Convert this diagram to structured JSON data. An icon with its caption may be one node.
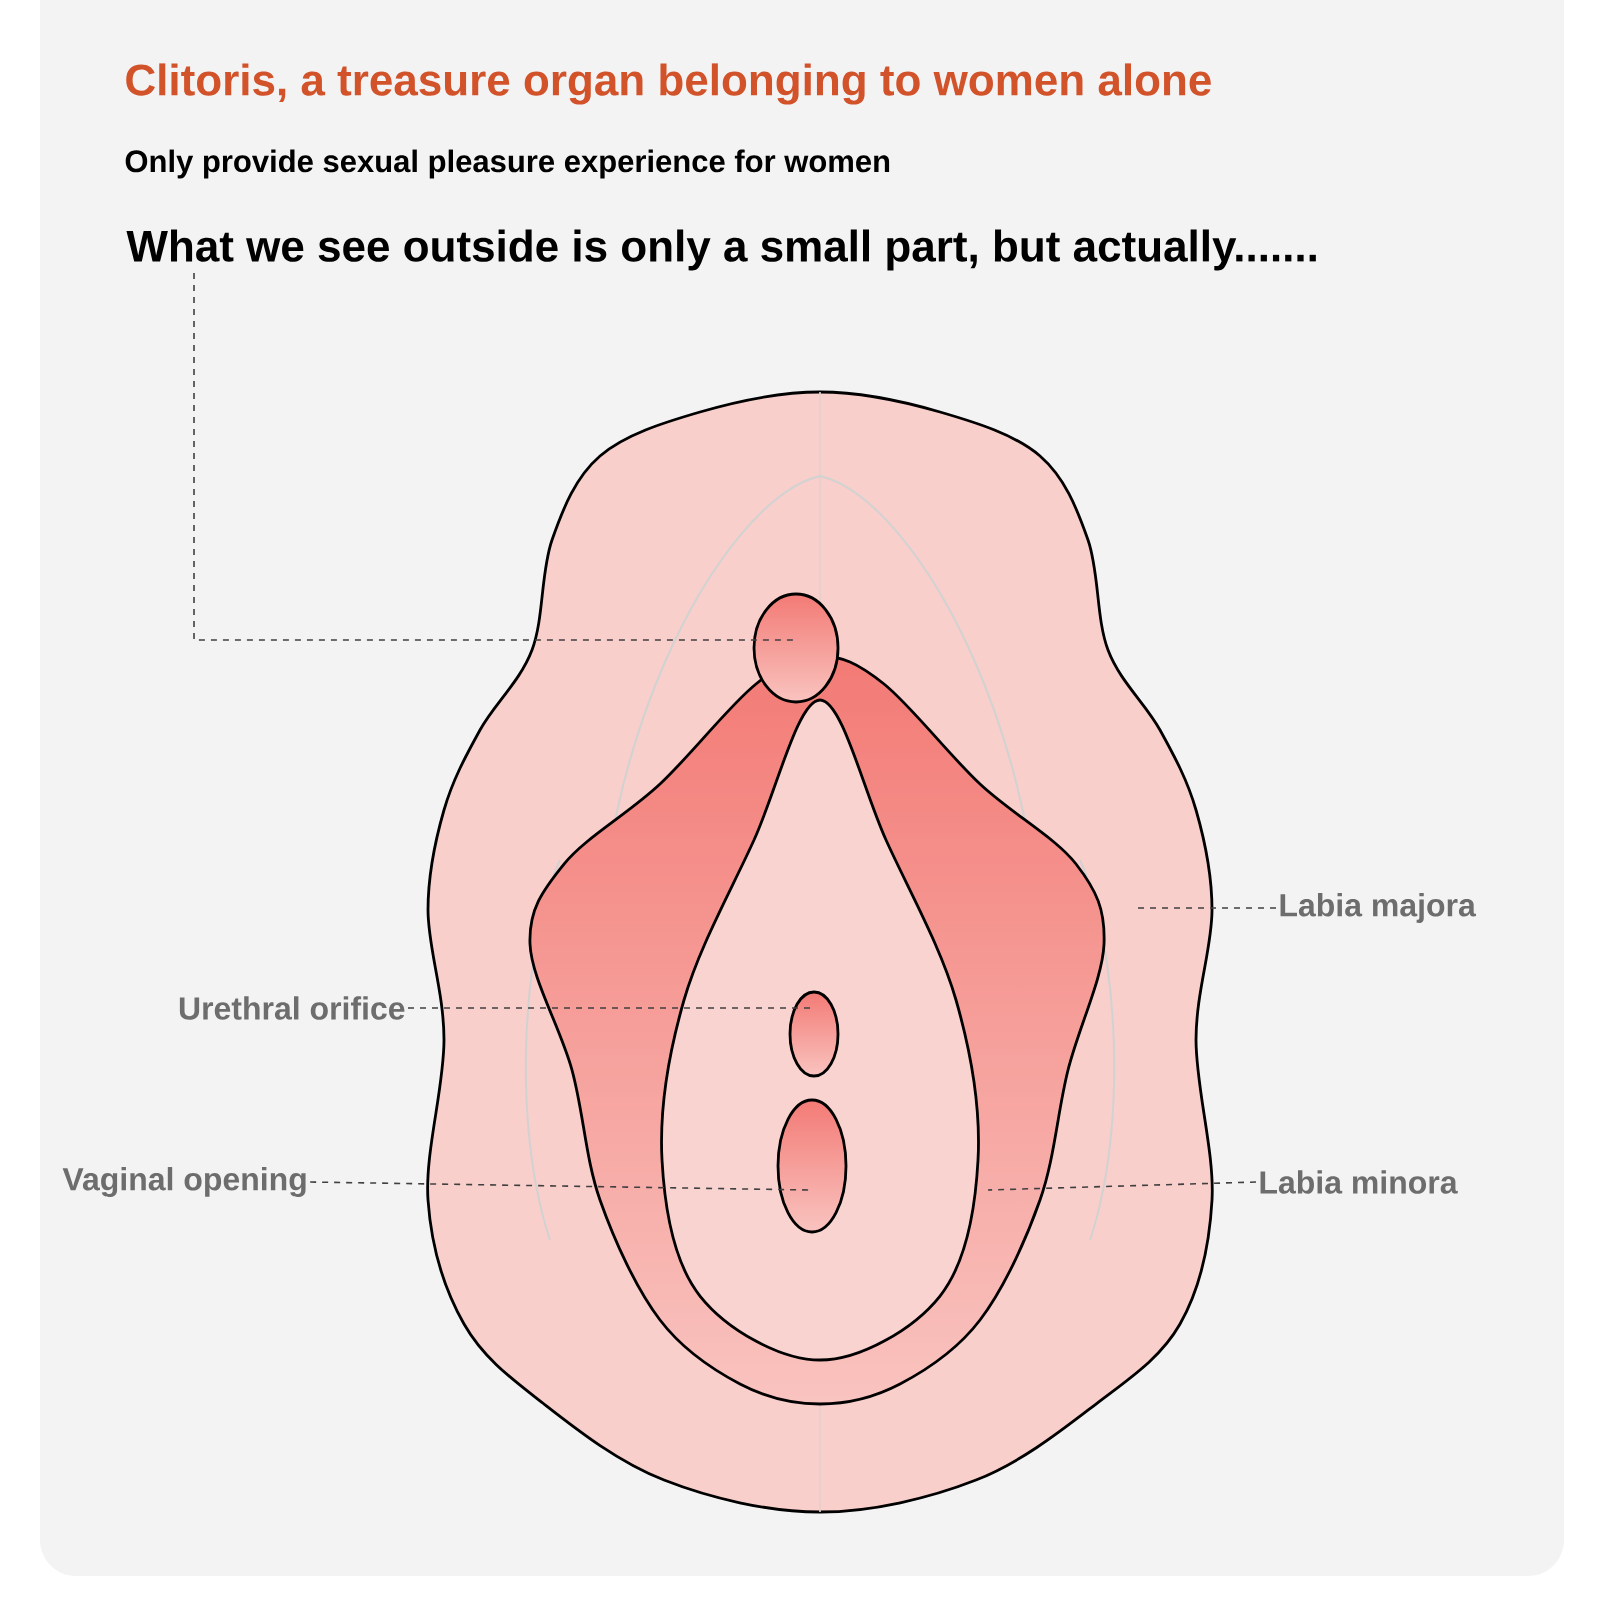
{
  "diagram": {
    "title": "Clitoris, a treasure organ belonging to women alone",
    "nodes": [
      {
        "text": [
          "What we see outside is only a small part, but actually......."
        ]
      },
      {
        "text": [
          "Labia majora"
        ]
      },
      {
        "text": [
          "Urethral orifice"
        ]
      },
      {
        "text": [
          "Vaginal opening"
        ]
      },
      {
        "text": [
          "Labia minora"
        ]
      },
      {
        "text": [],
        "shape": "picture"
      },
      {
        "text": [],
        "shape": "picture",
        "in": 5
      },
      {
        "text": [],
        "shape": "ellipse",
        "in": 5
      },
      {
        "text": [],
        "shape": "ellipse",
        "in": 6
      },
      {
        "text": [],
        "shape": "ellipse",
        "in": 6
      }
    ],
    "edges": [
      {
        "from": 0,
        "to": 7,
        "arrow": "none",
        "style": "dashed"
      },
      {
        "from": 1,
        "to": 5,
        "arrow": "none",
        "style": "dashed"
      },
      {
        "from": 2,
        "to": 8,
        "arrow": "none",
        "style": "dashed"
      },
      {
        "from": 3,
        "to": 9,
        "arrow": "none",
        "style": "dashed"
      },
      {
        "from": 4,
        "to": 6,
        "arrow": "none",
        "style": "dashed"
      }
    ],
    "labels": [
      "Only provide sexual pleasure experience for women"
    ]
  }
}
